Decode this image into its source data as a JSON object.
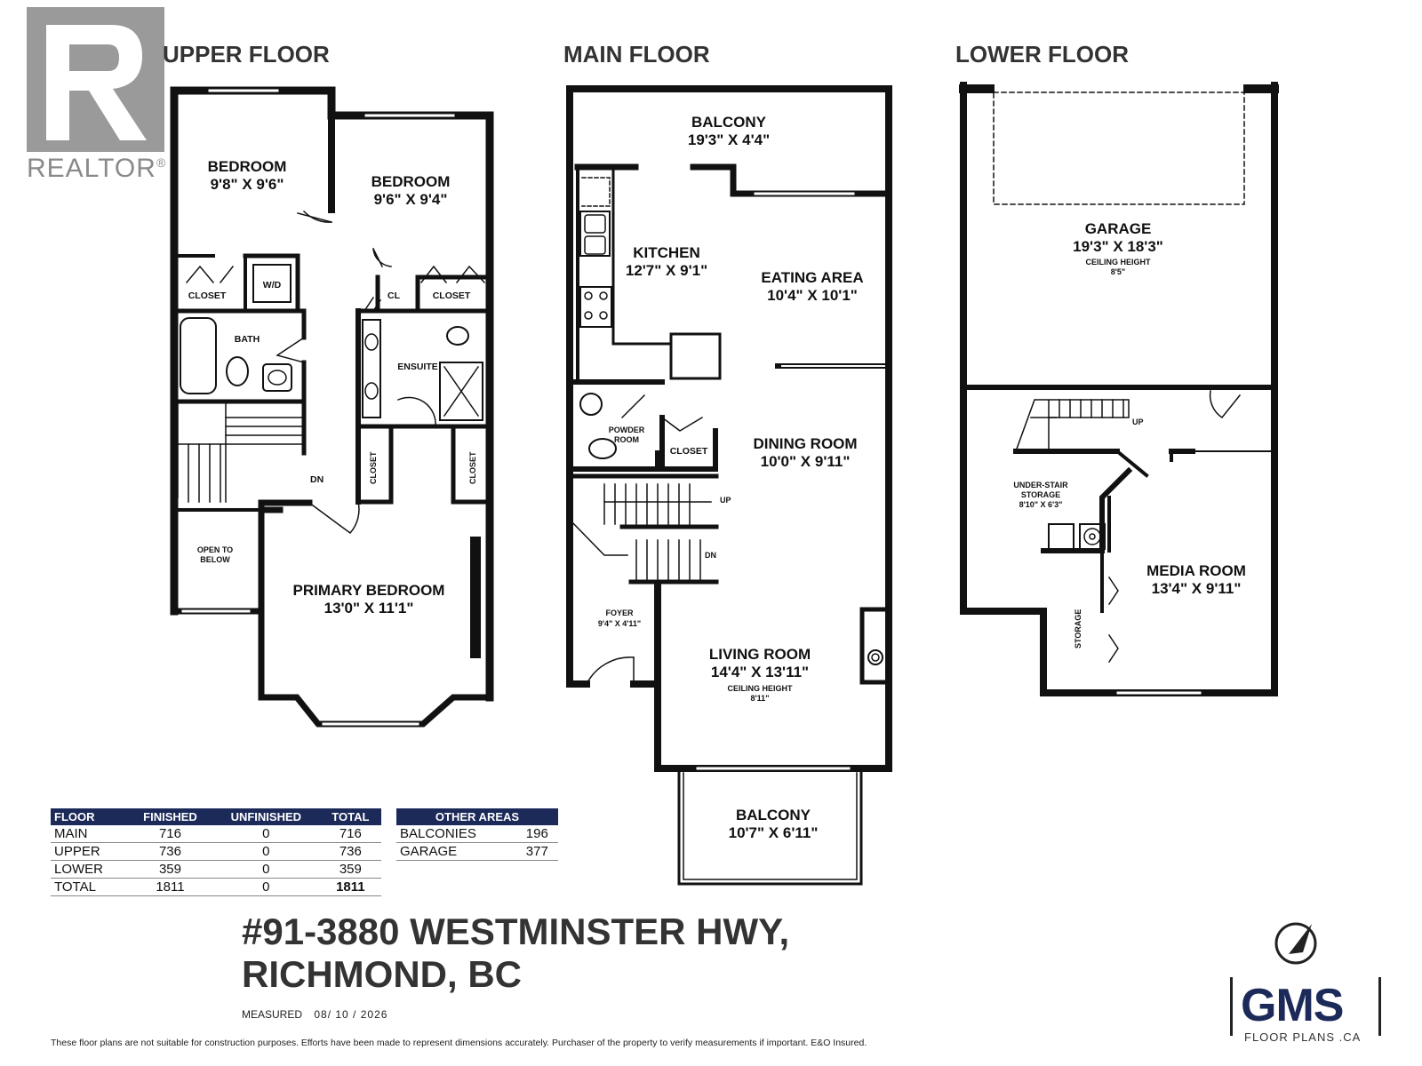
{
  "branding": {
    "realtor_word": "REALTOR",
    "realtor_mark": "®",
    "gms_word": "GMS",
    "gms_sub": "FLOOR PLANS .CA",
    "accent_color": "#1c2a5a",
    "compass_icon": "north-arrow-icon"
  },
  "floors": {
    "upper": "UPPER FLOOR",
    "main": "MAIN FLOOR",
    "lower": "LOWER FLOOR"
  },
  "rooms": {
    "upper_bedroom1": {
      "name": "BEDROOM",
      "dim": "9'8\" X 9'6\""
    },
    "upper_bedroom2": {
      "name": "BEDROOM",
      "dim": "9'6\" X 9'4\""
    },
    "upper_closet1": "CLOSET",
    "upper_wd": "W/D",
    "upper_cl": "CL",
    "upper_closet2": "CLOSET",
    "upper_bath": "BATH",
    "upper_ensuite": "ENSUITE",
    "upper_closet3": "CLOSET",
    "upper_closet4": "CLOSET",
    "upper_dn": "DN",
    "upper_open1": "OPEN TO",
    "upper_open2": "BELOW",
    "upper_primary": {
      "name": "PRIMARY BEDROOM",
      "dim": "13'0\" X 11'1\""
    },
    "main_balcony_top": {
      "name": "BALCONY",
      "dim": "19'3\" X 4'4\""
    },
    "main_kitchen": {
      "name": "KITCHEN",
      "dim": "12'7\" X 9'1\""
    },
    "main_eating": {
      "name": "EATING AREA",
      "dim": "10'4\" X 10'1\""
    },
    "main_powder1": "POWDER",
    "main_powder2": "ROOM",
    "main_closet": "CLOSET",
    "main_dining": {
      "name": "DINING ROOM",
      "dim": "10'0\" X 9'11\""
    },
    "main_up": "UP",
    "main_dn": "DN",
    "main_foyer": {
      "name": "FOYER",
      "dim": "9'4\" X 4'11\""
    },
    "main_living": {
      "name": "LIVING ROOM",
      "dim": "14'4\" X 13'11\"",
      "ceil": "CEILING HEIGHT",
      "ceil_val": "8'11\""
    },
    "main_balcony_bottom": {
      "name": "BALCONY",
      "dim": "10'7\" X 6'11\""
    },
    "lower_garage": {
      "name": "GARAGE",
      "dim": "19'3\" X 18'3\"",
      "ceil": "CEILING HEIGHT",
      "ceil_val": "8'5\""
    },
    "lower_up": "UP",
    "lower_understair1": "UNDER-STAIR",
    "lower_understair2": "STORAGE",
    "lower_understair_dim": "8'10\" X 6'3\"",
    "lower_storage": "STORAGE",
    "lower_media": {
      "name": "MEDIA ROOM",
      "dim": "13'4\" X 9'11\""
    }
  },
  "area_table": {
    "headers": [
      "FLOOR",
      "FINISHED",
      "UNFINISHED",
      "TOTAL"
    ],
    "rows": [
      [
        "MAIN",
        "716",
        "0",
        "716"
      ],
      [
        "UPPER",
        "736",
        "0",
        "736"
      ],
      [
        "LOWER",
        "359",
        "0",
        "359"
      ],
      [
        "TOTAL",
        "1811",
        "0",
        "1811"
      ]
    ]
  },
  "other_areas": {
    "header": "OTHER AREAS",
    "rows": [
      [
        "BALCONIES",
        "196"
      ],
      [
        "GARAGE",
        "377"
      ]
    ]
  },
  "address": {
    "line1": "#91-3880 WESTMINSTER HWY,",
    "line2": "RICHMOND, BC"
  },
  "measured": {
    "label": "MEASURED",
    "value": "08/ 10 / 2026"
  },
  "disclaimer": "These floor plans are not suitable for construction purposes. Efforts have been made to represent dimensions accurately. Purchaser of the property to verify measurements if important. E&O Insured."
}
